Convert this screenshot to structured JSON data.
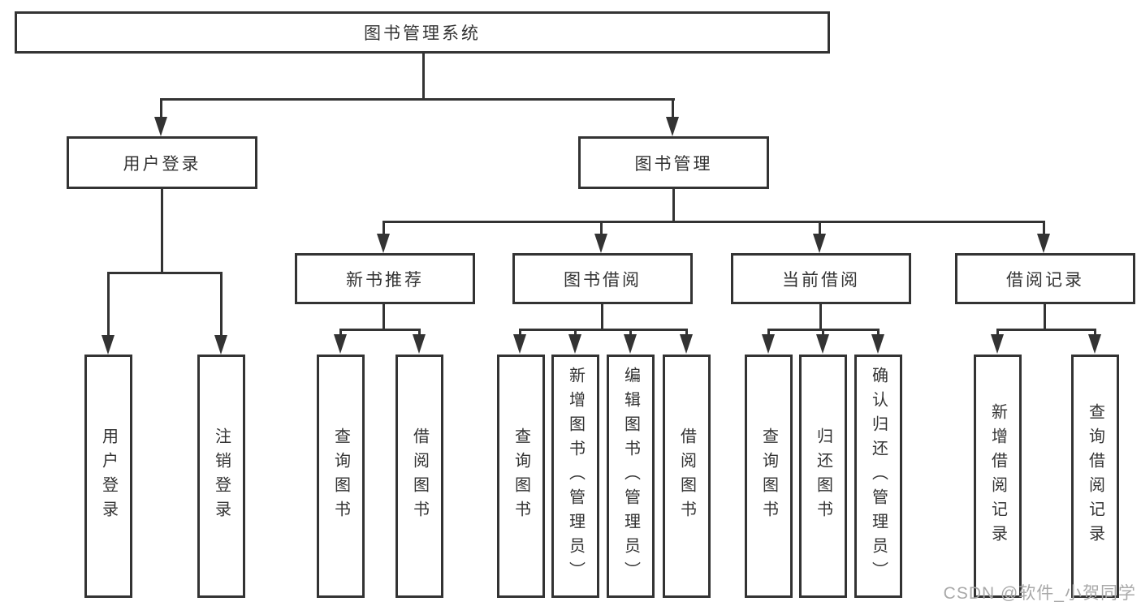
{
  "nodes": {
    "root": "图书管理系统",
    "user_login": "用户登录",
    "book_mgmt": "图书管理",
    "new_book": "新书推荐",
    "book_borrow": "图书借阅",
    "current_borrow": "当前借阅",
    "borrow_record": "借阅记录",
    "leaf_user_login": "用户登录",
    "leaf_logout": "注销登录",
    "leaf_query_book_1": "查询图书",
    "leaf_borrow_book_1": "借阅图书",
    "leaf_query_book_2": "查询图书",
    "leaf_add_book": "新增图书（管理员）",
    "leaf_edit_book": "编辑图书（管理员）",
    "leaf_borrow_book_2": "借阅图书",
    "leaf_query_book_3": "查询图书",
    "leaf_return_book": "归还图书",
    "leaf_confirm_return": "确认归还（管理员）",
    "leaf_add_record": "新增借阅记录",
    "leaf_query_record": "查询借阅记录"
  },
  "watermark": "CSDN @软件_小贺同学",
  "colors": {
    "line": "#333333",
    "text": "#333333",
    "box_fill": "#ffffff",
    "watermark": "#a9a9a9"
  }
}
